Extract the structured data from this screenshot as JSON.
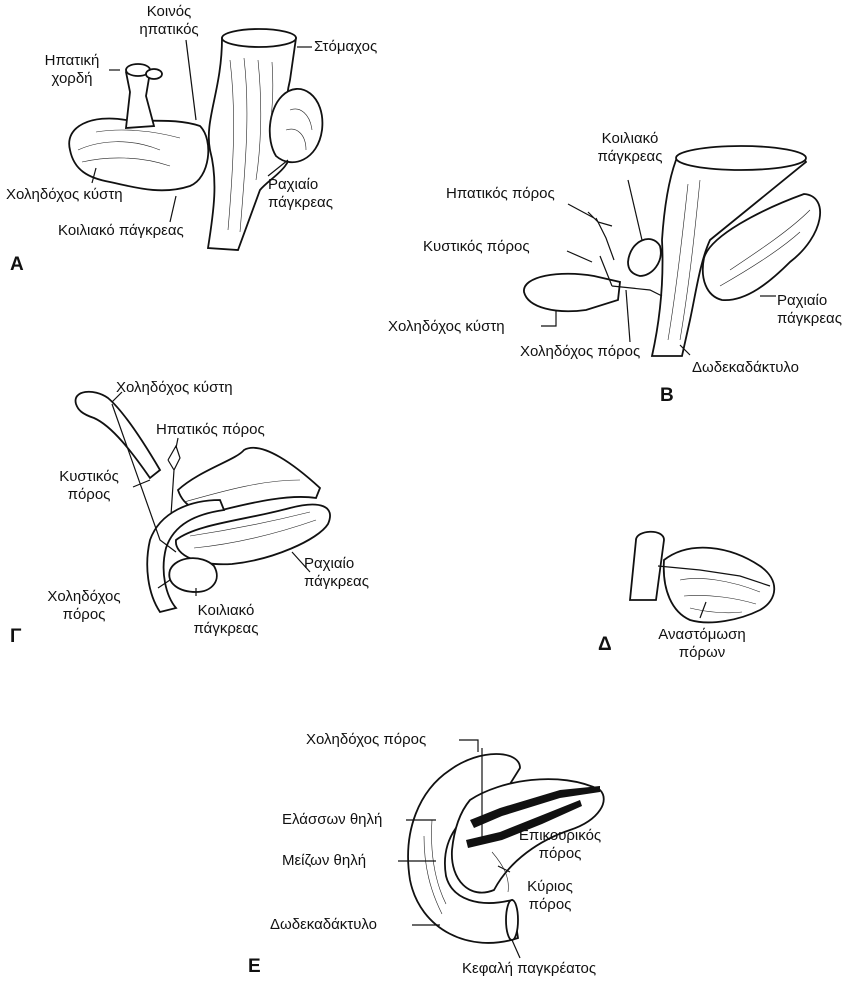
{
  "panels": {
    "a": {
      "letter": "Α",
      "labels": {
        "common_hepatic": [
          "Κοινός",
          "ηπατικός"
        ],
        "stomach": "Στόμαχος",
        "hepatic_cord": [
          "Ηπατική",
          "χορδή"
        ],
        "gallbladder": "Χοληδόχος κύστη",
        "dorsal_pancreas": [
          "Ραχιαίο",
          "πάγκρεας"
        ],
        "ventral_pancreas": "Κοιλιακό πάγκρεας"
      }
    },
    "b": {
      "letter": "Β",
      "labels": {
        "ventral_pancreas": [
          "Κοιλιακό",
          "πάγκρεας"
        ],
        "hepatic_duct": "Ηπατικός πόρος",
        "cystic_duct": "Κυστικός πόρος",
        "gallbladder": "Χοληδόχος κύστη",
        "bile_duct": "Χοληδόχος πόρος",
        "dorsal_pancreas": [
          "Ραχιαίο",
          "πάγκρεας"
        ],
        "duodenum": "Δωδεκαδάκτυλο"
      }
    },
    "g": {
      "letter": "Γ",
      "labels": {
        "gallbladder": "Χοληδόχος κύστη",
        "hepatic_duct": "Ηπατικός πόρος",
        "cystic_duct": [
          "Κυστικός",
          "πόρος"
        ],
        "dorsal_pancreas": [
          "Ραχιαίο",
          "πάγκρεας"
        ],
        "bile_duct": [
          "Χοληδόχος",
          "πόρος"
        ],
        "ventral_pancreas": [
          "Κοιλιακό",
          "πάγκρεας"
        ]
      }
    },
    "d": {
      "letter": "Δ",
      "labels": {
        "duct_anastomosis": [
          "Αναστόμωση",
          "πόρων"
        ]
      }
    },
    "e": {
      "letter": "Ε",
      "labels": {
        "bile_duct": "Χοληδόχος πόρος",
        "minor_papilla": "Ελάσσων θηλή",
        "accessory_duct": [
          "Επικουρικός",
          "πόρος"
        ],
        "major_papilla": "Μείζων θηλή",
        "main_duct": [
          "Κύριος",
          "πόρος"
        ],
        "duodenum": "Δωδεκαδάκτυλο",
        "pancreas_head": "Κεφαλή παγκρέατος"
      }
    }
  }
}
